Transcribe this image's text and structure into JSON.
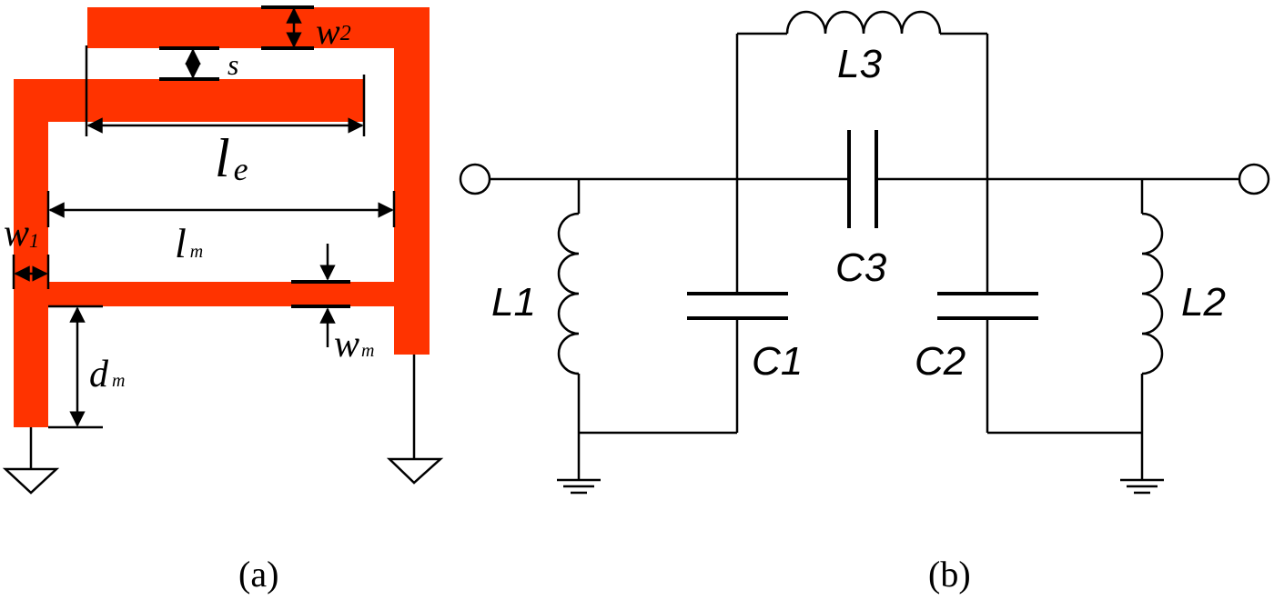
{
  "colors": {
    "trace": "#ff3300",
    "line": "#000000",
    "background": "#ffffff"
  },
  "panel_a": {
    "caption": "(a)",
    "labels": {
      "w2": {
        "main": "w",
        "sub": "2"
      },
      "s": {
        "main": "s"
      },
      "le": {
        "main": "l",
        "sub": "e"
      },
      "lm": {
        "main": "l",
        "sub": "m"
      },
      "w1": {
        "main": "w",
        "sub": "1"
      },
      "wm": {
        "main": "w",
        "sub": "m"
      },
      "dm": {
        "main": "d",
        "sub": "m"
      }
    }
  },
  "panel_b": {
    "caption": "(b)",
    "labels": {
      "L1": "L1",
      "L2": "L2",
      "L3": "L3",
      "C1": "C1",
      "C2": "C2",
      "C3": "C3"
    }
  }
}
